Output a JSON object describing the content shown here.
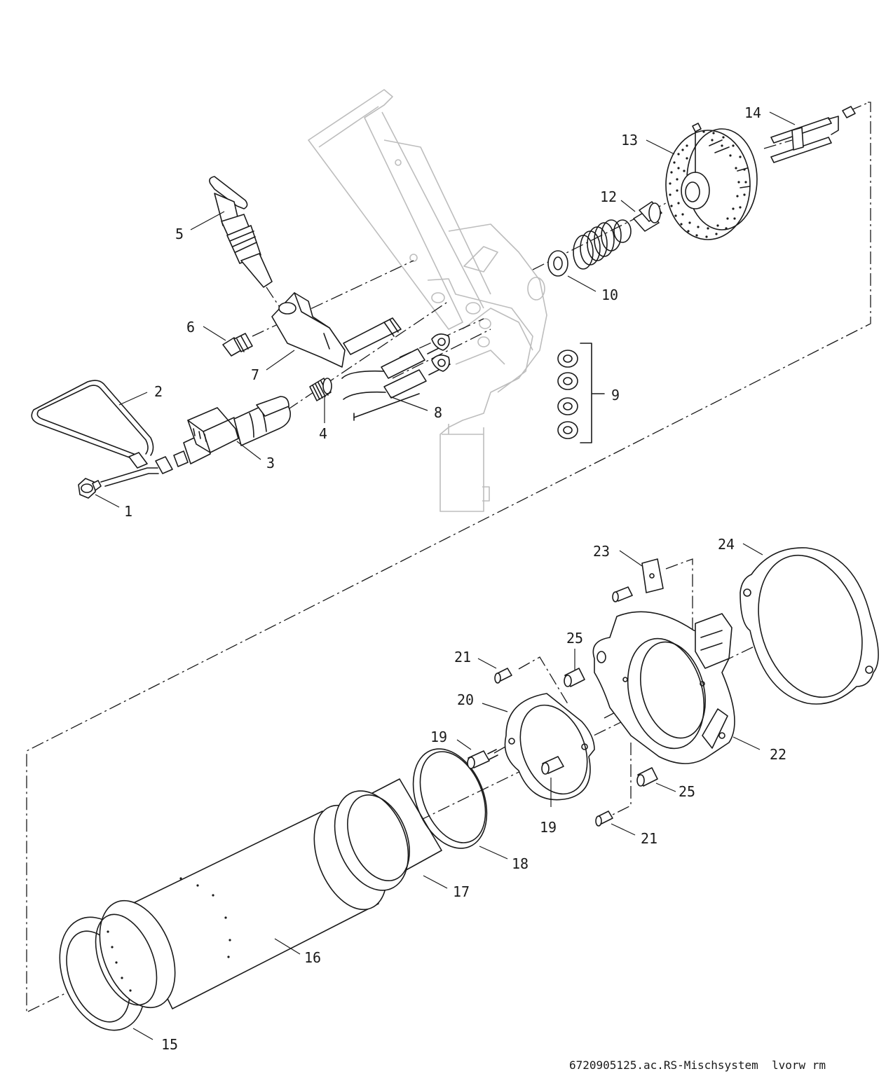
{
  "callouts": {
    "c1": "1",
    "c2": "2",
    "c3": "3",
    "c4": "4",
    "c5": "5",
    "c6": "6",
    "c7": "7",
    "c8": "8",
    "c9": "9",
    "c10": "10",
    "c12": "12",
    "c13": "13",
    "c14": "14",
    "c15": "15",
    "c16": "16",
    "c17": "17",
    "c18": "18",
    "c19a": "19",
    "c19b": "19",
    "c20": "20",
    "c21a": "21",
    "c21b": "21",
    "c22": "22",
    "c23": "23",
    "c24": "24",
    "c25a": "25",
    "c25b": "25"
  },
  "footer": {
    "reference": "6720905125.ac.RS-Mischsystem  lvorw rm"
  }
}
